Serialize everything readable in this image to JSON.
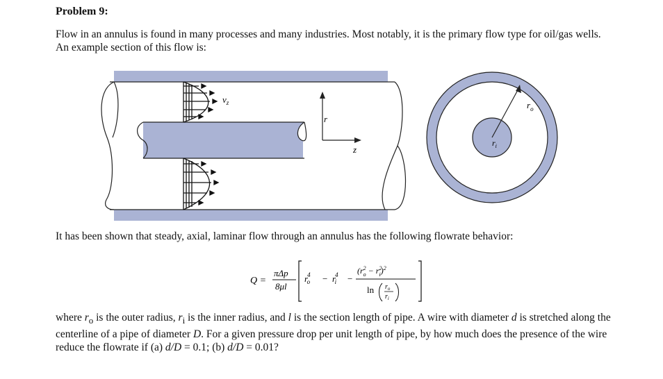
{
  "problem_title": "Problem 9:",
  "intro_text": "Flow in an annulus is found in many processes and many industries. Most notably, it is the primary flow type for oil/gas wells. An example section of this flow is:",
  "figure": {
    "velocity_label": "v",
    "velocity_sub": "z",
    "radial_label": "r",
    "axial_label": "z",
    "outer_radius_label": "r",
    "outer_radius_sub": "o",
    "inner_radius_label": "r",
    "inner_radius_sub": "i",
    "colors": {
      "wall": "#aab3d4",
      "stroke": "#222222"
    }
  },
  "flow_text": "It has been shown that steady, axial, laminar flow through an annulus has the following flowrate behavior:",
  "equation": {
    "lhs": "Q =",
    "prefactor_num": "πΔp",
    "prefactor_den": "8μl",
    "term1": "r",
    "term1_sub": "o",
    "term1_sup": "4",
    "minus": "−",
    "term2": "r",
    "term2_sub": "i",
    "term2_sup": "4",
    "frac_num": "(r",
    "frac_num_sub1": "o",
    "frac_num_sup1": "2",
    "frac_num_mid": " − r",
    "frac_num_sub2": "i",
    "frac_num_sup2": "2",
    "frac_num_end": ")",
    "frac_num_sup3": "2",
    "ln": "ln",
    "ln_num": "r",
    "ln_num_sub": "o",
    "ln_den": "r",
    "ln_den_sub": "i"
  },
  "final_text": {
    "w1": "where ",
    "ro": "r",
    "ro_sub": "o",
    "w2": " is the outer radius, ",
    "ri": "r",
    "ri_sub": "i",
    "w3": " is the inner radius, and ",
    "l": "l",
    "w4": " is the section length of pipe. A wire with diameter ",
    "d": "d",
    "w5": " is stretched along the centerline of a pipe of diameter ",
    "D": "D",
    "w6": ". For a given pressure drop per unit length of pipe, by how much does the presence of the wire reduce the flowrate if (a) ",
    "ratio_a": "d/D",
    "w7": " = 0.1; (b) ",
    "ratio_b": "d/D",
    "w8": " = 0.01?"
  }
}
